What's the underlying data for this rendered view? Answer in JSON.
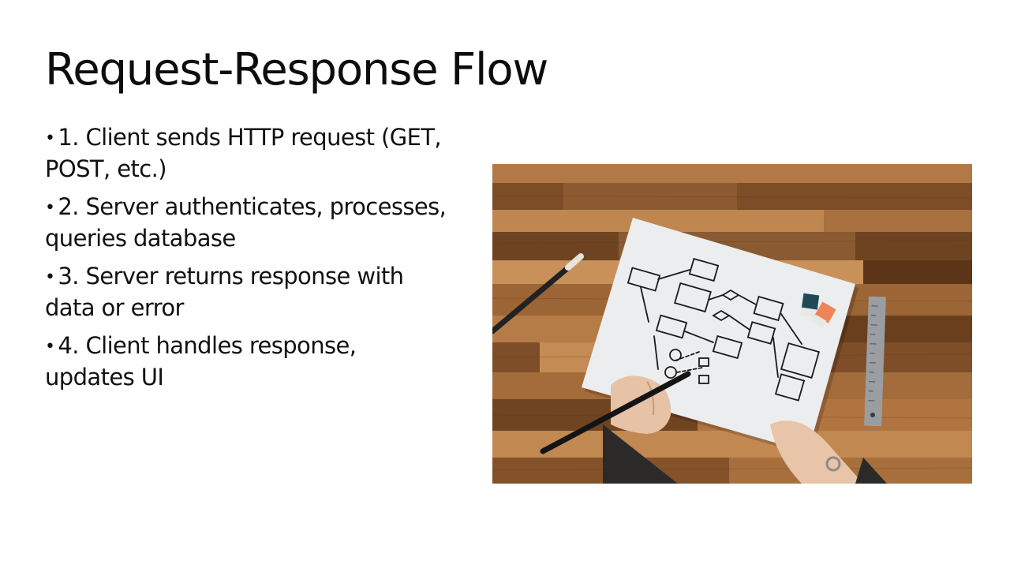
{
  "slide": {
    "title": "Request-Response Flow",
    "bullet_marker": "•",
    "bullets": [
      "1. Client sends HTTP request (GET, POST, etc.)",
      "2. Server authenticates, processes, queries database",
      "3. Server returns response with data or error",
      "4. Client handles response, updates UI"
    ]
  },
  "photo": {
    "icon": "flowchart-sketch-photo",
    "colors": {
      "wood_light": "#b57a45",
      "wood_dark": "#6b4022",
      "paper": "#ecedef",
      "ink": "#1a1a1a",
      "sticky_teal": "#1f4a55",
      "sticky_orange": "#f08458",
      "ruler": "#9a9ea2"
    }
  }
}
